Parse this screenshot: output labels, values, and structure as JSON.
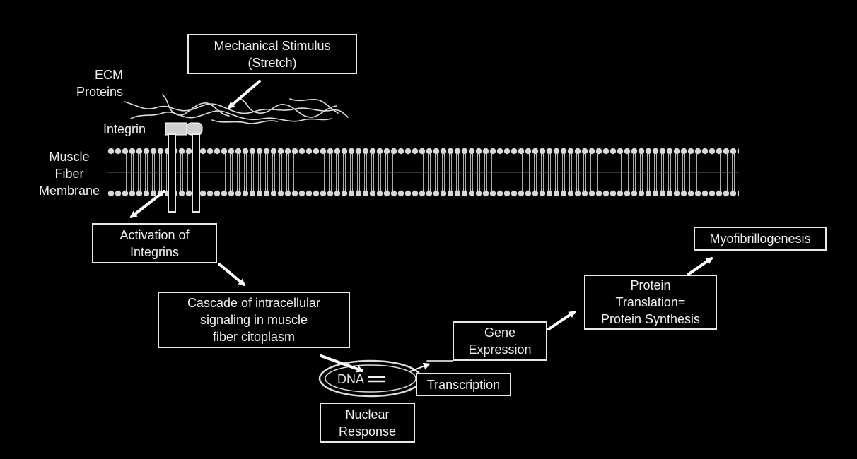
{
  "diagram": {
    "stimulus": {
      "line1": "Mechanical Stimulus",
      "line2": "(Stretch)"
    },
    "ecm": {
      "line1": "ECM",
      "line2": "Proteins"
    },
    "integrin_label": "Integrin",
    "membrane": {
      "line1": "Muscle",
      "line2": "Fiber",
      "line3": "Membrane"
    },
    "activation": {
      "line1": "Activation of",
      "line2": "Integrins"
    },
    "cascade": {
      "line1": "Cascade of intracellular",
      "line2": "signaling in muscle",
      "line3": "fiber citoplasm"
    },
    "dna_label": "DNA",
    "nuclear": {
      "line1": "Nuclear",
      "line2": "Response"
    },
    "transcription": "Transcription",
    "gene": {
      "line1": "Gene",
      "line2": "Expression"
    },
    "protein": {
      "line1": "Protein",
      "line2": "Translation=",
      "line3": "Protein Synthesis"
    },
    "myofibrillogenesis": "Myofibrillogenesis"
  }
}
